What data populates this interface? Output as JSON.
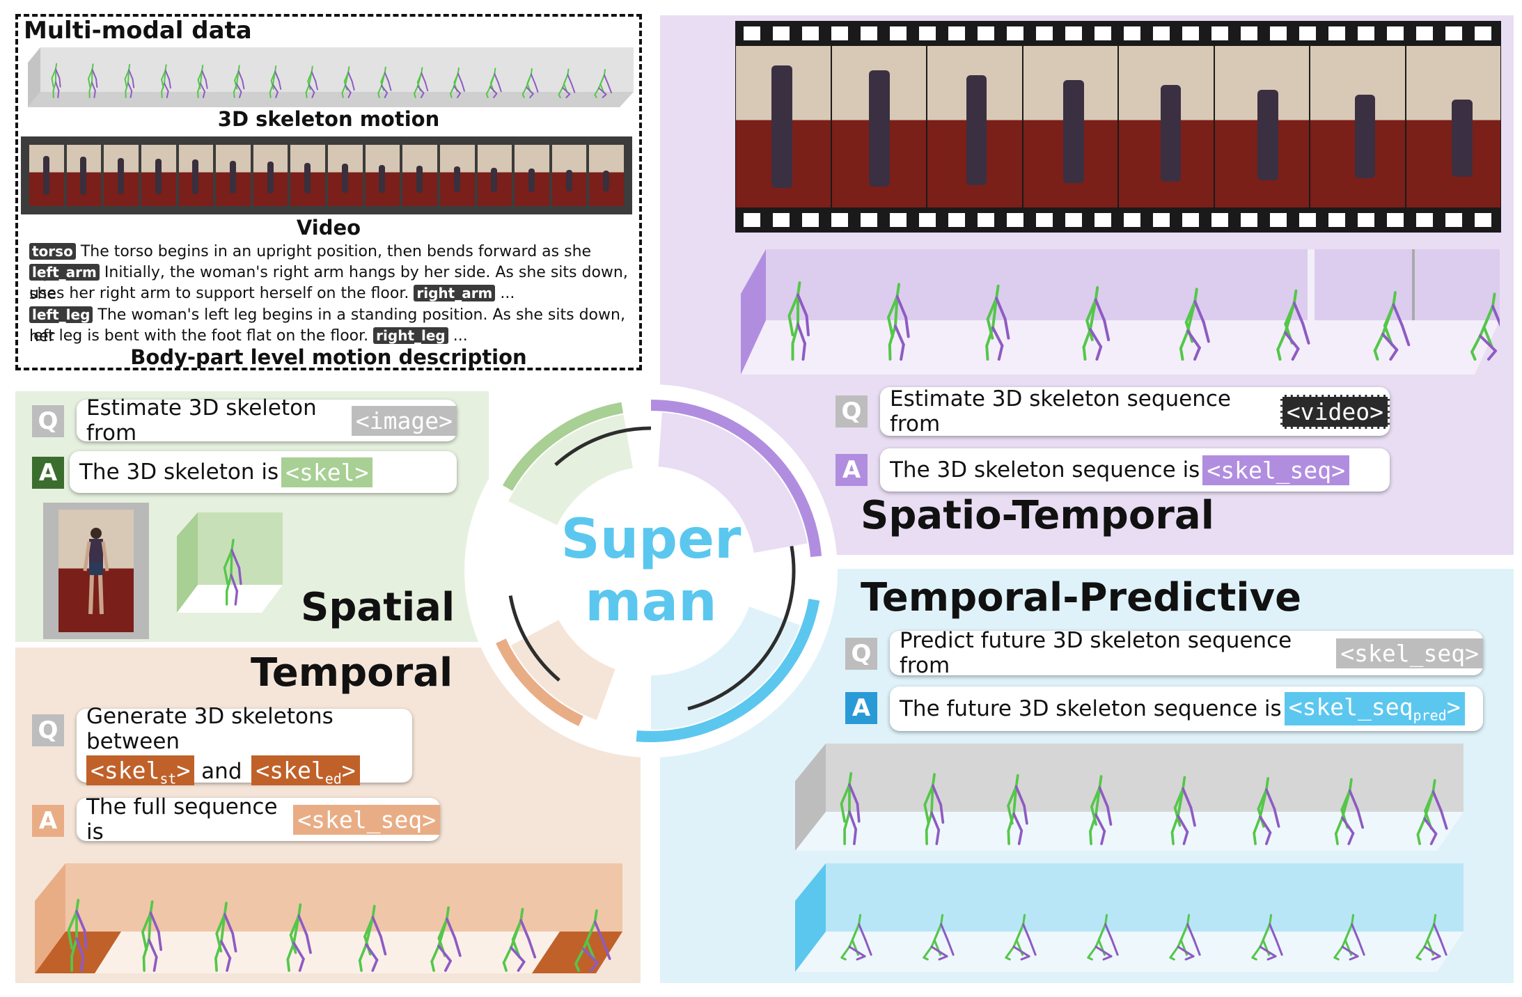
{
  "multimodal": {
    "title": "Multi-modal data",
    "skeleton_caption": "3D skeleton motion",
    "video_caption": "Video",
    "description_caption": "Body-part level motion description",
    "descriptions": [
      {
        "tag": "torso",
        "text": "The torso begins in an upright position, then bends forward as she squats."
      },
      {
        "tag": "left_arm",
        "text": "Initially, the woman's right arm hangs by her side. As she sits down, she"
      },
      {
        "tag": "",
        "text": "uses her right arm to support herself on the floor."
      },
      {
        "tag": "right_arm",
        "text": "..."
      },
      {
        "tag": "left_leg",
        "text": "The woman's left leg begins in a standing position. As she sits down, her"
      },
      {
        "tag": "",
        "text": "left leg is bent with the foot flat on the floor."
      },
      {
        "tag": "right_leg",
        "text": "..."
      }
    ]
  },
  "center": {
    "line1": "Super",
    "line2": "man"
  },
  "spatial": {
    "title": "Spatial",
    "q_badge": "Q",
    "a_badge": "A",
    "question": "Estimate 3D skeleton from",
    "question_token": "<image>",
    "answer": "The 3D skeleton is",
    "answer_token": "<skel>"
  },
  "temporal": {
    "title": "Temporal",
    "q_badge": "Q",
    "a_badge": "A",
    "question_line1": "Generate 3D skeletons between",
    "token_st": "<skel",
    "token_st_sub": "st",
    "token_close": ">",
    "and": "and",
    "token_ed": "<skel",
    "token_ed_sub": "ed",
    "answer": "The full sequence is",
    "answer_token": "<skel_seq>"
  },
  "spatiotemporal": {
    "title": "Spatio-Temporal",
    "q_badge": "Q",
    "a_badge": "A",
    "question": "Estimate 3D skeleton sequence from",
    "question_token": "<video>",
    "answer": "The 3D skeleton sequence is",
    "answer_token": "<skel_seq>"
  },
  "predictive": {
    "title": "Temporal-Predictive",
    "q_badge": "Q",
    "a_badge": "A",
    "question": "Predict future 3D skeleton sequence from",
    "question_token": "<skel_seq>",
    "answer": "The future 3D skeleton sequence is",
    "answer_token": "<skel_seq",
    "answer_token_sub": "pred",
    "answer_token_close": ">"
  },
  "colors": {
    "spatial_bg": "#e6f0de",
    "spatial_accent": "#a8cf94",
    "temporal_bg": "#f5e5d8",
    "temporal_accent": "#e9ad86",
    "temporal_token": "#c0612a",
    "st_bg": "#e8ddf2",
    "st_accent": "#b18de0",
    "pred_bg": "#dff2f9",
    "pred_accent": "#5bc7ef",
    "gray": "#bdbdbd",
    "dark": "#2d2d2d"
  }
}
